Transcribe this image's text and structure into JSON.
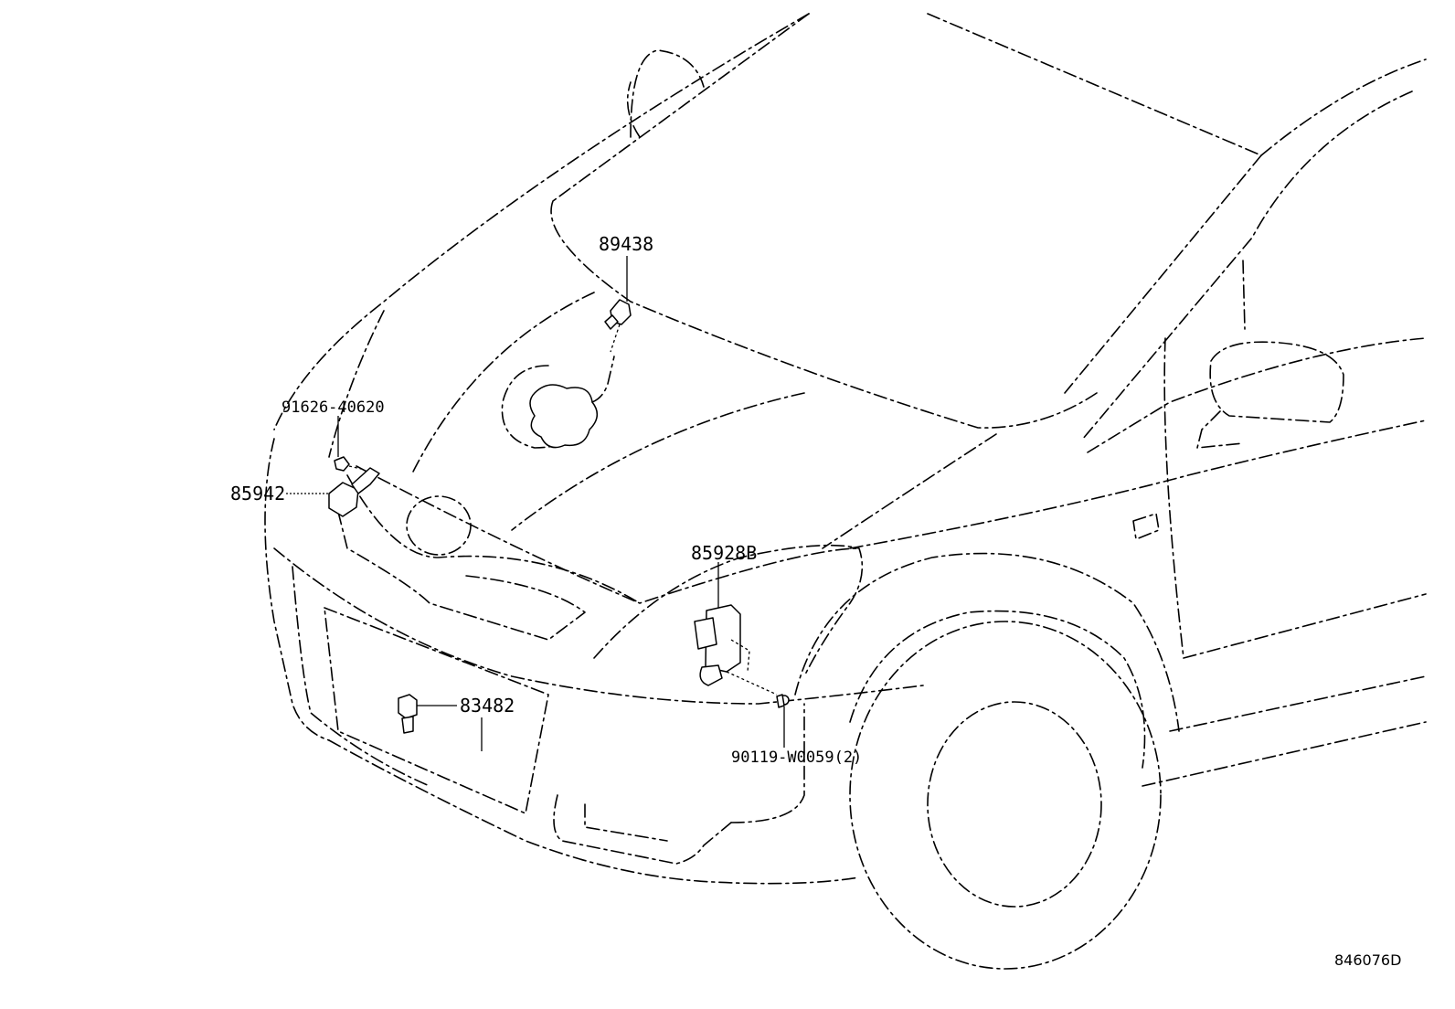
{
  "diagram": {
    "part_labels": {
      "p89438": "89438",
      "p91626": "91626-40620",
      "p85942": "85942",
      "p85928b": "85928B",
      "p83482": "83482",
      "p90119": "90119-W0059(2)"
    },
    "diagram_code": "846076D"
  }
}
